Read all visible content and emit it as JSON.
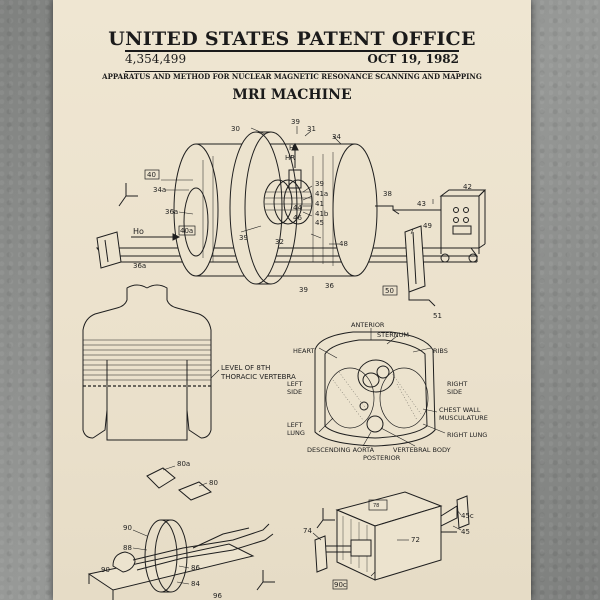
{
  "header": {
    "title": "UNITED STATES PATENT OFFICE",
    "patent_number": "4,354,499",
    "date": "OCT 19, 1982",
    "subtitle": "APPARATUS AND METHOD FOR NUCLEAR MAGNETIC RESONANCE SCANNING AND MAPPING",
    "name": "MRI MACHINE"
  },
  "fig1_labels": {
    "l30": "30",
    "l39a": "39",
    "l31": "31",
    "l34": "34",
    "l40": "40",
    "l34a": "34a",
    "l36a": "36a",
    "l40a": "40a",
    "l39b": "39",
    "l32": "32",
    "l44": "44",
    "l46": "46",
    "l45": "45",
    "l39c": "39",
    "l41a": "41a",
    "l41": "41",
    "l41b": "41b",
    "l38": "38",
    "l43": "43",
    "l42": "42",
    "l48": "48",
    "l36a2": "36a",
    "l36": "36",
    "l39d": "39",
    "l49": "49",
    "l50": "50",
    "l51": "51",
    "ho": "Ho",
    "hr": "HR",
    "h": "H"
  },
  "fig2_labels": {
    "level": "LEVEL OF 8TH",
    "level2": "THORACIC VERTEBRA"
  },
  "fig3_labels": {
    "anterior": "ANTERIOR",
    "sternum": "STERNUM",
    "ribs": "RIBS",
    "heart": "HEART",
    "left_side": "LEFT",
    "left_side2": "SIDE",
    "right_side": "RIGHT",
    "right_side2": "SIDE",
    "chest_wall": "CHEST WALL",
    "chest_wall2": "MUSCULATURE",
    "left_lung": "LEFT",
    "left_lung2": "LUNG",
    "right_lung": "RIGHT LUNG",
    "desc_aorta": "DESCENDING AORTA",
    "vertebral": "VERTEBRAL BODY",
    "posterior": "POSTERIOR"
  },
  "fig4_labels": {
    "l80a": "80a",
    "l80": "80",
    "l90a": "90",
    "l88": "88",
    "l86": "86",
    "l90b": "90",
    "l84": "84",
    "l96": "96"
  },
  "fig5_labels": {
    "l78": "78",
    "l45c": "45c",
    "l74": "74",
    "l72": "72",
    "l90c": "90c",
    "l45": "45"
  },
  "colors": {
    "paper": "#ece3ce",
    "ink": "#1f1f1f",
    "wall": "#8a8c8a"
  }
}
